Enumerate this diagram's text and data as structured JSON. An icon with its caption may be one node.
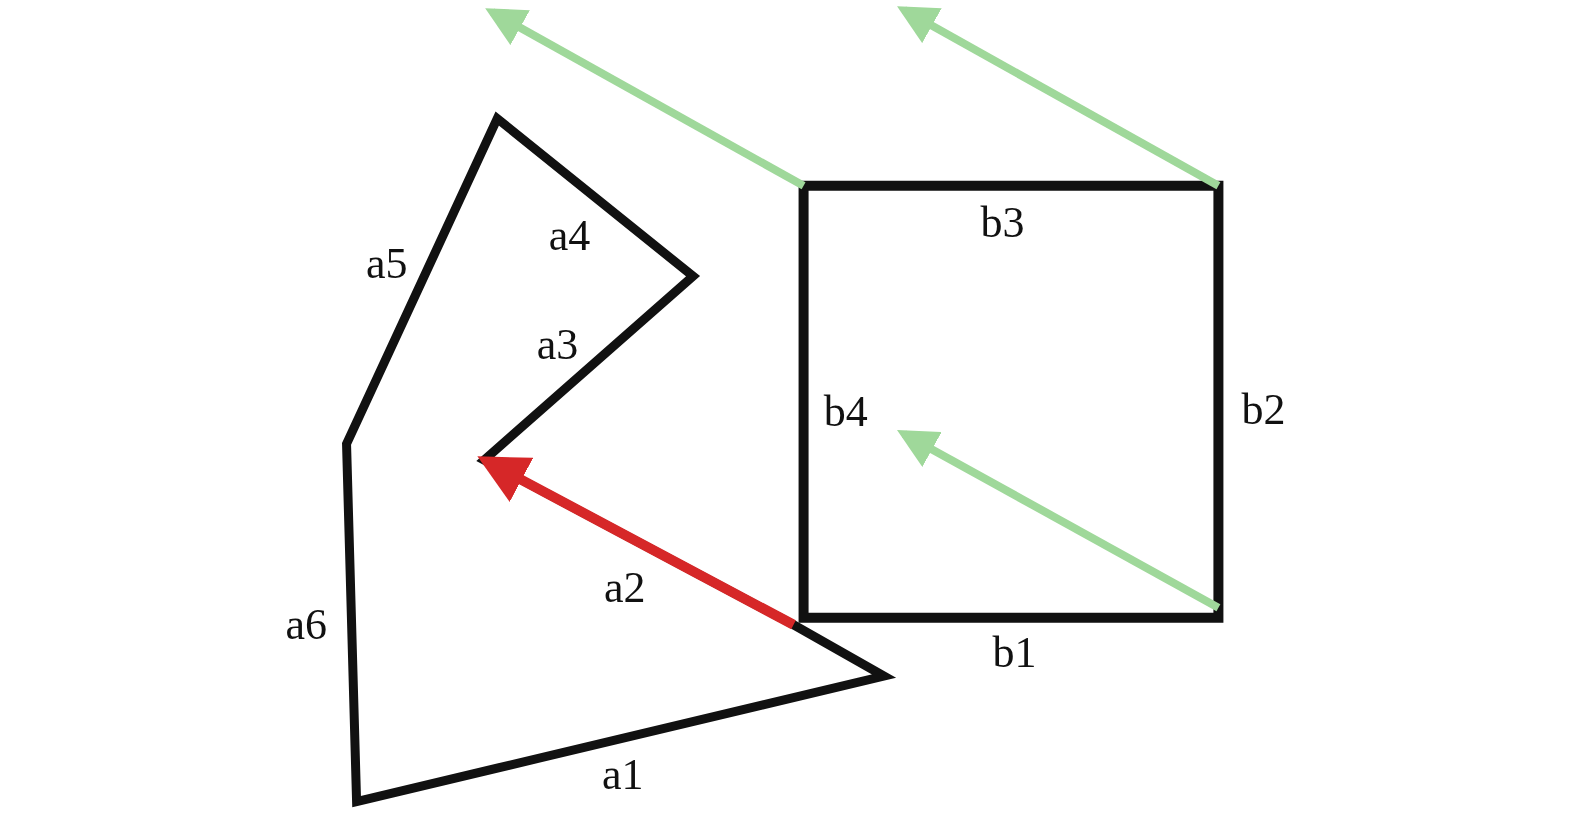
{
  "diagram": {
    "labels": [
      "a5",
      "a4",
      "a3",
      "a6",
      "a2",
      "a1",
      "b3",
      "b4",
      "b2",
      "b1"
    ]
  }
}
